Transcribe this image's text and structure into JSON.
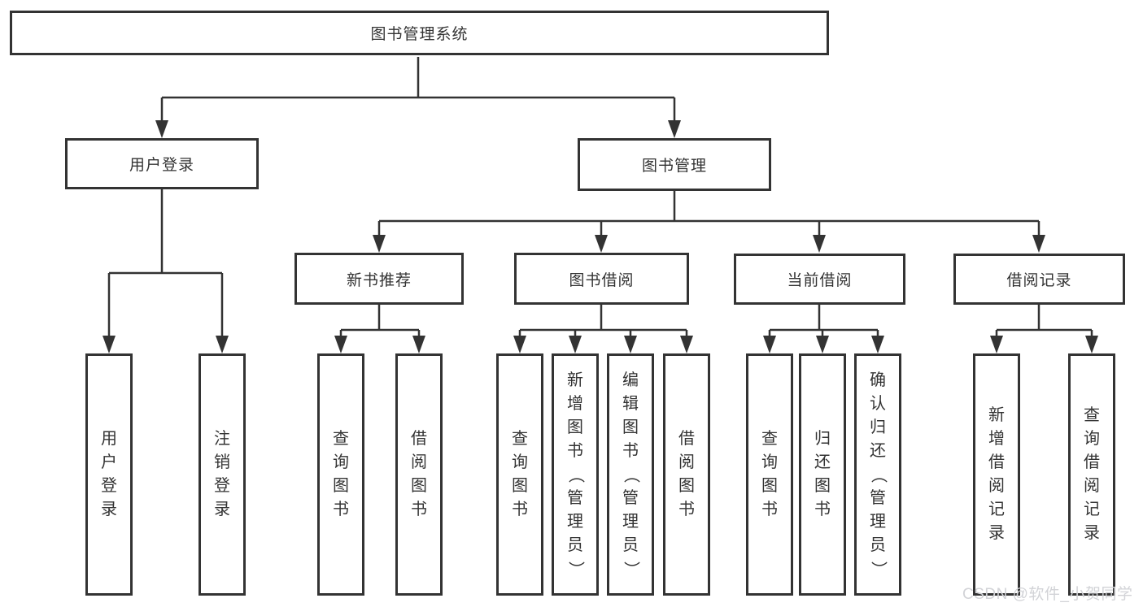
{
  "diagram": {
    "root": {
      "label": "图书管理系统"
    },
    "level2": [
      {
        "label": "用户登录"
      },
      {
        "label": "图书管理"
      }
    ],
    "level3": [
      {
        "label": "新书推荐"
      },
      {
        "label": "图书借阅"
      },
      {
        "label": "当前借阅"
      },
      {
        "label": "借阅记录"
      }
    ],
    "leaves": {
      "user_login": [
        "用户登录",
        "注销登录"
      ],
      "new_book": [
        "查询图书",
        "借阅图书"
      ],
      "borrow": [
        "查询图书",
        "新增图书（管理员）",
        "编辑图书（管理员）",
        "借阅图书"
      ],
      "current": [
        "查询图书",
        "归还图书",
        "确认归还（管理员）"
      ],
      "records": [
        "新增借阅记录",
        "查询借阅记录"
      ]
    }
  },
  "watermark": {
    "text": "CSDN @软件_小贺同学"
  },
  "colors": {
    "line": "#333333",
    "text": "#333333",
    "background": "#ffffff",
    "watermark": "#d2d3d7"
  }
}
